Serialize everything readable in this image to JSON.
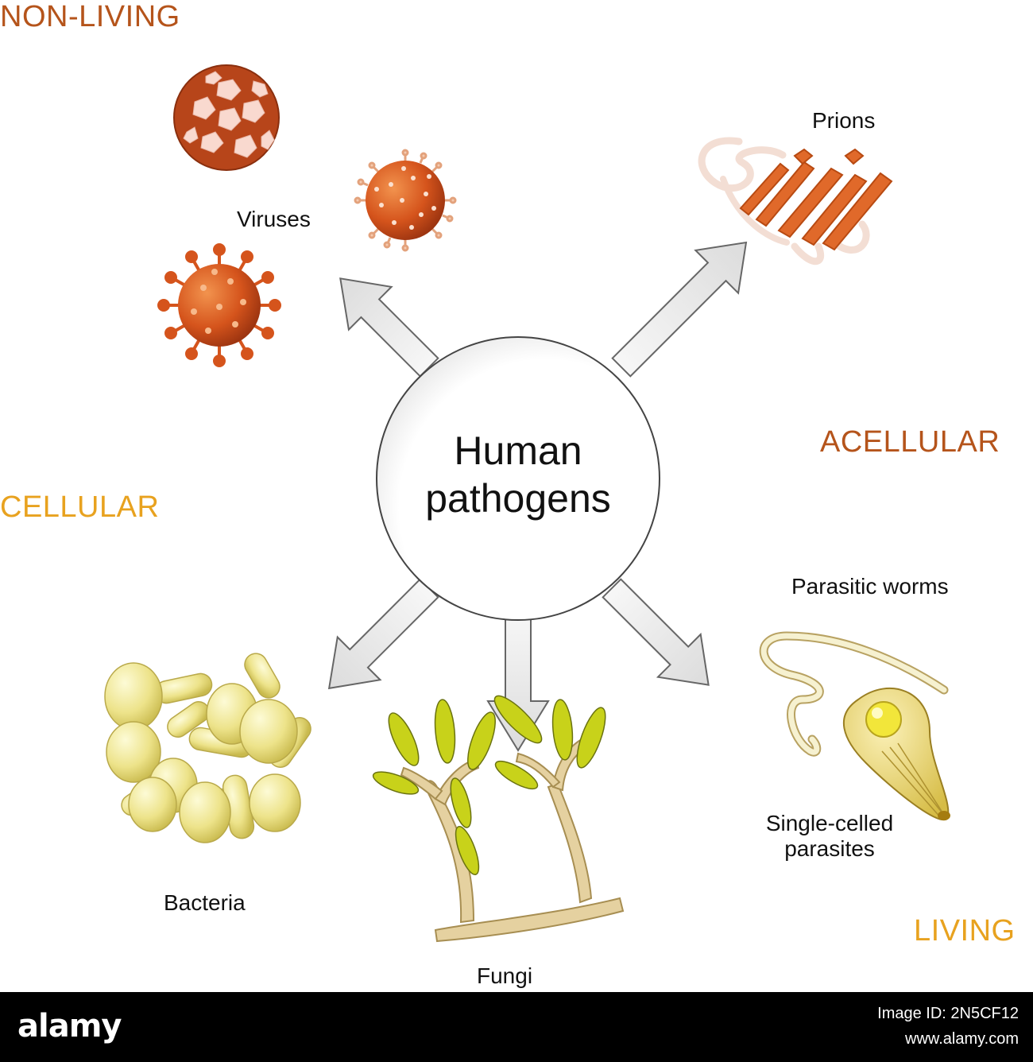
{
  "diagram": {
    "center_title_line1": "Human",
    "center_title_line2": "pathogens",
    "categories": {
      "non_living": "NON-LIVING",
      "acellular": "ACELLULAR",
      "cellular": "CELLULAR",
      "living": "LIVING"
    },
    "labels": {
      "viruses": "Viruses",
      "prions": "Prions",
      "parasitic_worms": "Parasitic worms",
      "single_celled_line1": "Single-celled",
      "single_celled_line2": "parasites",
      "bacteria": "Bacteria",
      "fungi": "Fungi"
    },
    "colors": {
      "virus_orange": "#d5541c",
      "prion_orange": "#e0692a",
      "bacteria_yellow": "#ede38a",
      "fungi_green": "#c8d21a",
      "category_dark": "#b5541b",
      "category_gold": "#e8a21f"
    }
  },
  "footer": {
    "brand": "alamy",
    "image_id": "Image ID: 2N5CF12",
    "url": "www.alamy.com"
  }
}
